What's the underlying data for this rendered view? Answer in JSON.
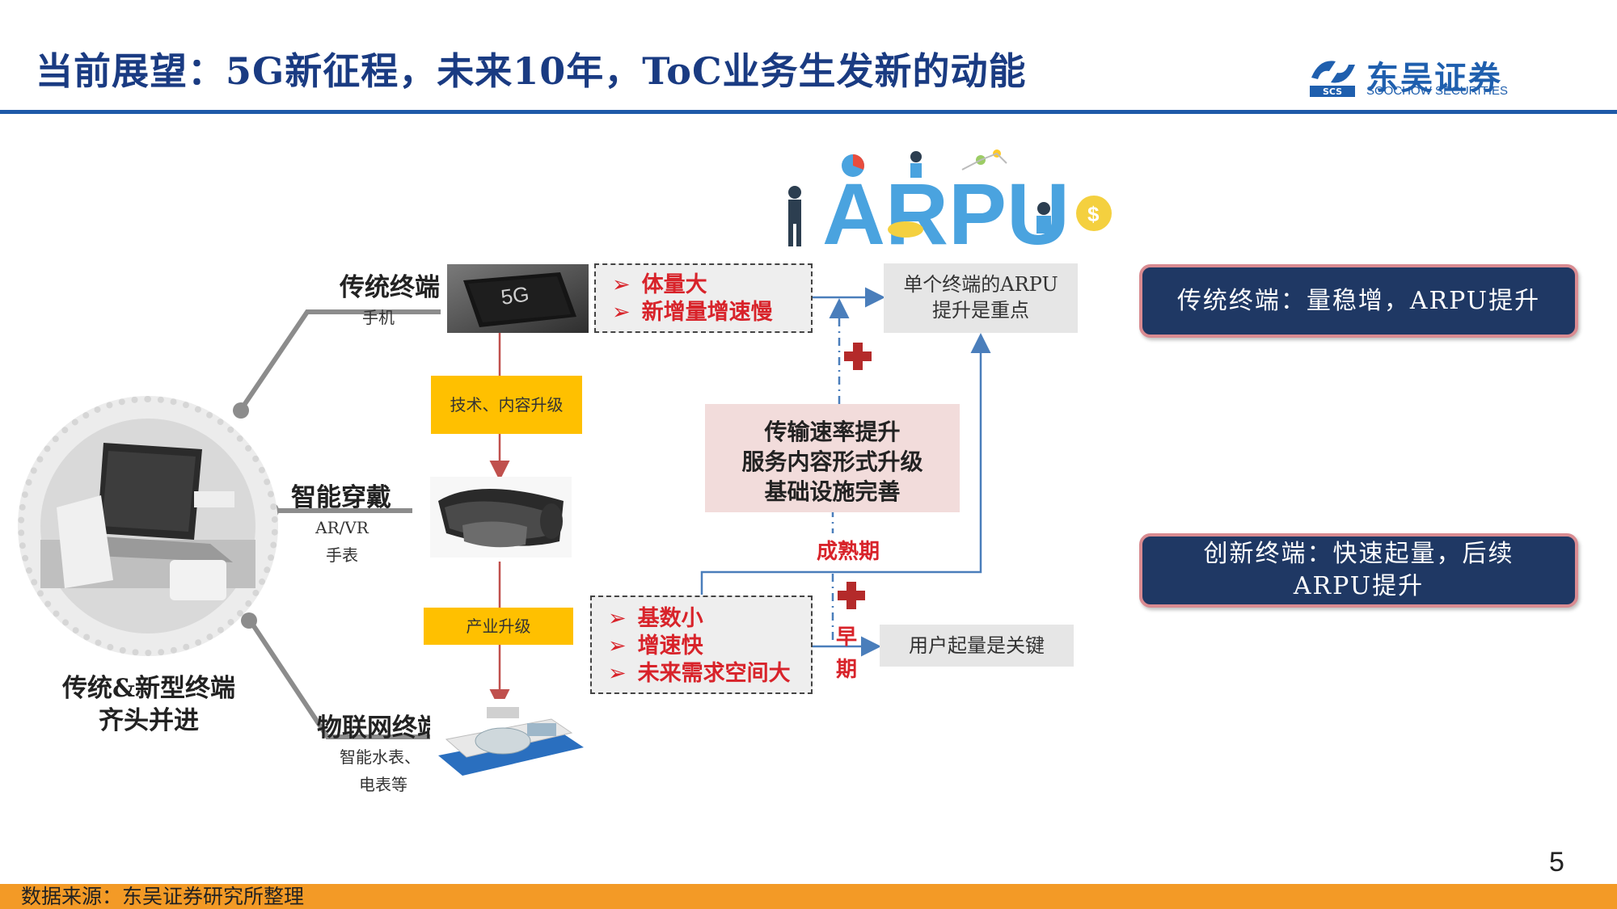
{
  "header": {
    "title": "当前展望：5G新征程，未来10年，ToC业务生发新的动能",
    "logo_cn": "东吴证券",
    "logo_en": "SOOCHOW SECURITIES",
    "logo_mark": "SCS",
    "accent_color": "#1e5aa8",
    "title_color": "#1a3b82"
  },
  "center_circle": {
    "label_line1": "传统&新型终端",
    "label_line2": "齐头并进",
    "image_icon": "laptop-photo-icon"
  },
  "terminals": {
    "traditional": {
      "label": "传统终端",
      "sub": "手机",
      "image_icon": "smartphone-5g-icon"
    },
    "wearable": {
      "label": "智能穿戴",
      "sub1": "AR/VR",
      "sub2": "手表",
      "image_icon": "ar-headset-icon"
    },
    "iot": {
      "label": "物联网终端",
      "sub1": "智能水表、",
      "sub2": "电表等",
      "image_icon": "smart-meter-icon"
    }
  },
  "upgrades": {
    "tech_content": "技术、内容升级",
    "industry": "产业升级"
  },
  "mature_box": {
    "items": [
      "体量大",
      "新增量增速慢"
    ]
  },
  "early_box": {
    "items": [
      "基数小",
      "增速快",
      "未来需求空间大"
    ]
  },
  "arpu_focus": {
    "line1": "单个终端的ARPU",
    "line2": "提升是重点"
  },
  "user_key": {
    "text": "用户起量是关键"
  },
  "drivers": {
    "lines": [
      "传输速率提升",
      "服务内容形式升级",
      "基础设施完善"
    ]
  },
  "stages": {
    "mature": "成熟期",
    "early_1": "早",
    "early_2": "期"
  },
  "arpu_banner": {
    "text": "ARPU",
    "icon": "arpu-illustration-icon"
  },
  "conclusions": {
    "traditional": "传统终端：量稳增，ARPU提升",
    "innovative_1": "创新终端：快速起量，后续",
    "innovative_2": "ARPU提升"
  },
  "footer": {
    "source": "数据来源：东吴证券研究所整理",
    "page": "5",
    "color": "#f39a26"
  },
  "colors": {
    "red": "#d8232a",
    "yellow": "#ffc000",
    "navy": "#1f3864",
    "pink": "#f2dcdb",
    "gray": "#e6e6e6",
    "arrow_blue": "#4a7ebb",
    "arrow_red": "#c0504d"
  }
}
